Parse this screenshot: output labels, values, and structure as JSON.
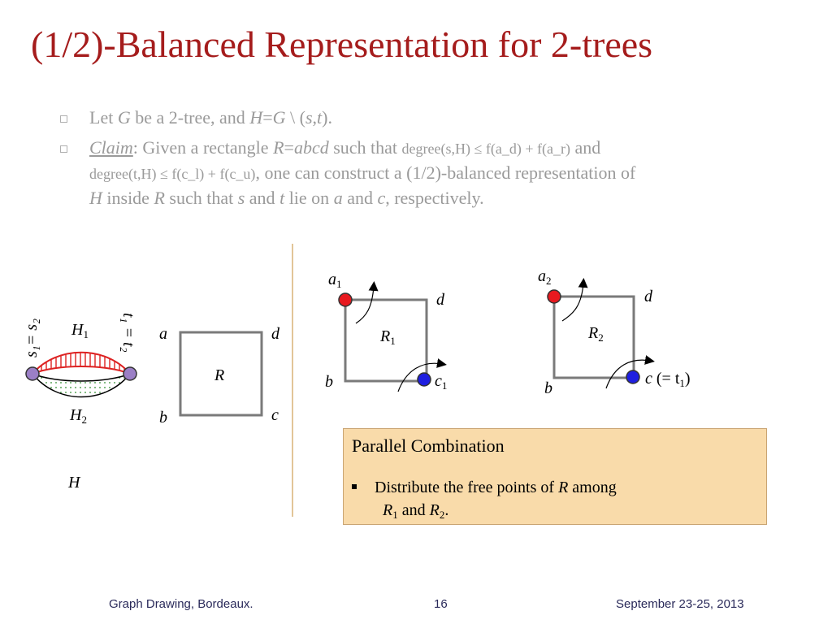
{
  "title": "(1/2)-Balanced Representation for 2-trees",
  "bullets": [
    {
      "pre": "Let ",
      "G": "G",
      "mid": " be a 2-tree, and ",
      "H": "H",
      "eq": "=",
      "G2": "G",
      "post": " \\ (",
      "s": "s",
      "comma": ",",
      "t": "t",
      "end": ")."
    },
    {
      "claim": "Claim",
      "text1": ": Given a rectangle ",
      "R": "R",
      "eq": "=",
      "abcd": "abcd",
      "text2": " such that ",
      "cond1": "degree(s,H) ≤ f(a_d) + f(a_r)",
      "and": " and",
      "cond2": "degree(t,H) ≤ f(c_l) + f(c_u)",
      "text3": ", one can construct a (1/2)-balanced representation of",
      "H": "H",
      "text4": " inside ",
      "R2": "R",
      "text5": " such that ",
      "s": "s",
      "text6": " and ",
      "t": "t",
      "text7": " lie on ",
      "a": "a",
      "text8": " and ",
      "c": "c",
      "text9": ", respectively."
    }
  ],
  "figure": {
    "left_graph": {
      "s_label": "s₁= s₂",
      "t_label": "t₁ = t₂",
      "H1": "H",
      "H1_sub": "1",
      "H2": "H",
      "H2_sub": "2",
      "H": "H"
    },
    "rect_R": {
      "a": "a",
      "b": "b",
      "c": "c",
      "d": "d",
      "R": "R"
    },
    "rect_R1": {
      "a": "a",
      "a_sub": "1",
      "b": "b",
      "c": "c",
      "c_sub": "1",
      "d": "d",
      "R": "R",
      "R_sub": "1"
    },
    "rect_R2": {
      "a": "a",
      "a_sub": "2",
      "b": "b",
      "c": "c",
      "c_extra": " (= t",
      "c_sub": "1",
      "c_close": ")",
      "d": "d",
      "R": "R",
      "R_sub": "2"
    },
    "colors": {
      "red_node": "#e8191f",
      "blue_node": "#1f1fe0",
      "purple_node": "#9b7fc6",
      "divider": "#d9b277"
    }
  },
  "parallel_box": {
    "title": "Parallel Combination",
    "line1a": "Distribute the free points of ",
    "line1R": "R",
    "line1b": " among",
    "line2R1": "R",
    "line2R1sub": "1",
    "line2and": " and ",
    "line2R2": "R",
    "line2R2sub": "2",
    "line2end": "."
  },
  "footer": {
    "left": "Graph Drawing, Bordeaux.",
    "page": "16",
    "right": "September 23-25, 2013"
  }
}
